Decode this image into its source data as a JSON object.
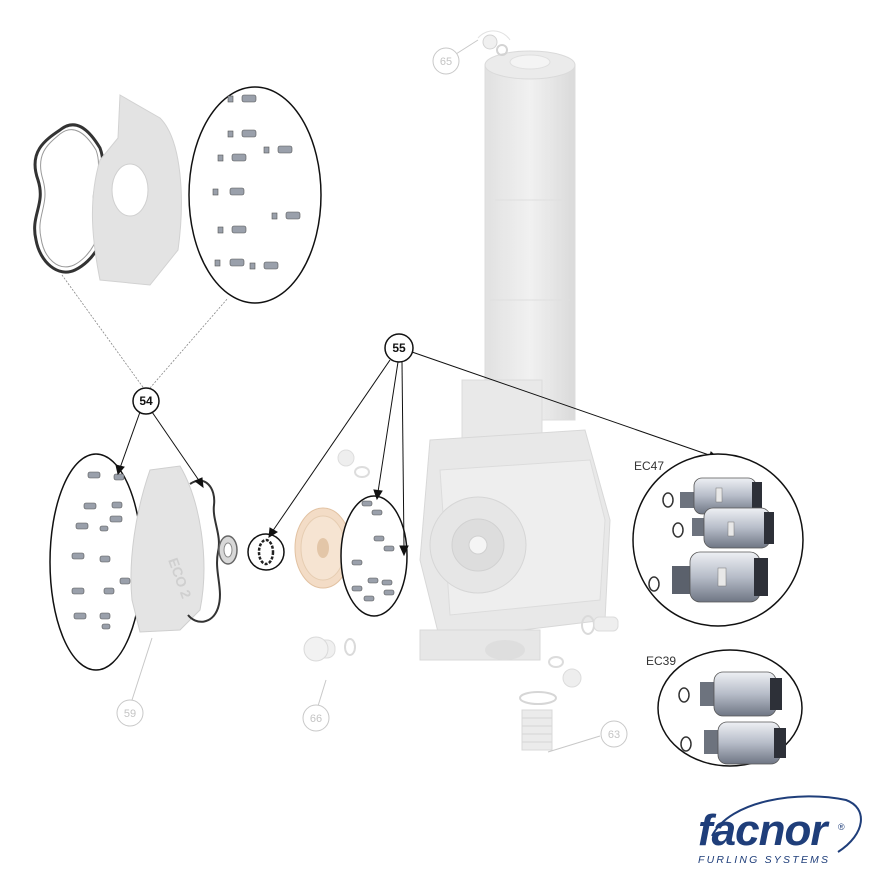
{
  "callouts": {
    "c54": "54",
    "c55": "55",
    "c59": "59",
    "c63": "63",
    "c65": "65",
    "c66": "66"
  },
  "variants": {
    "ec47": "EC47",
    "ec39": "EC39"
  },
  "logo": {
    "name": "facnor",
    "tagline": "FURLING SYSTEMS",
    "registered": "®",
    "color": "#1f3e7a"
  },
  "colors": {
    "line": "#111111",
    "ghost": "#c8c8c8",
    "part_fill": "#e9e9e9",
    "gear": "#f1d9c2"
  }
}
